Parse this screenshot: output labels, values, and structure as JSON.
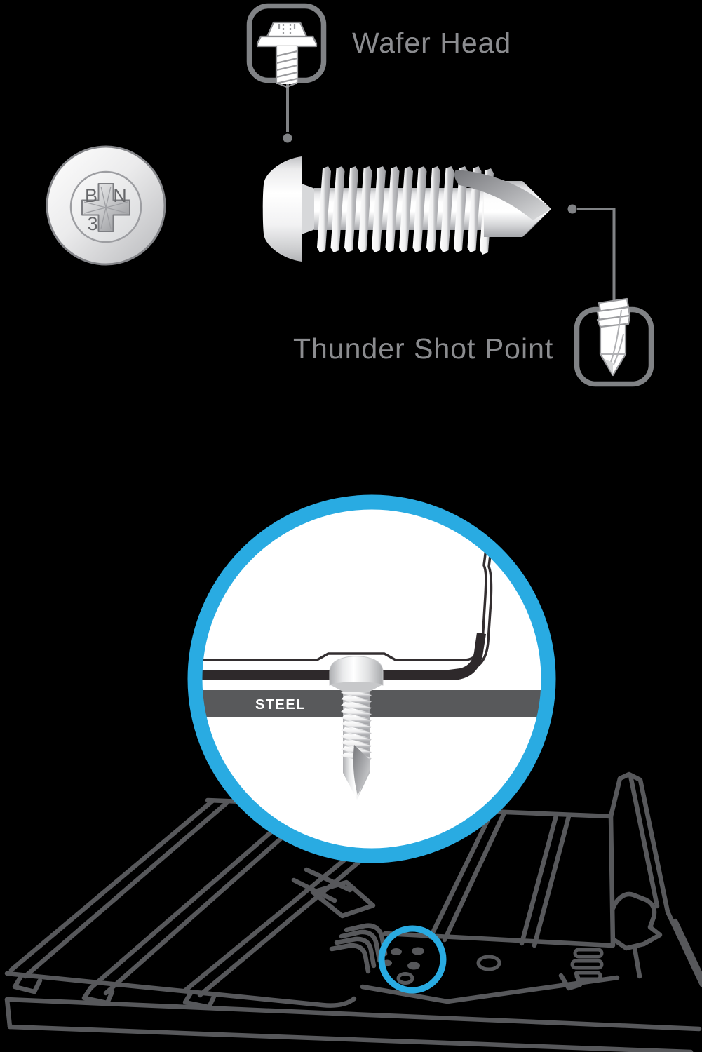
{
  "labels": {
    "wafer_head": "Wafer Head",
    "thunder_shot_point": "Thunder Shot Point",
    "steel_layer": "STEEL"
  },
  "head_stamp": {
    "top_left": "B",
    "top_right": "N",
    "bottom_left": "3"
  },
  "colors": {
    "accent_blue": "#29ABE2",
    "drawing_line_gray": "#57585B",
    "label_gray": "#8B8C8F",
    "icon_outline_gray": "#808285",
    "steel_bar_gray": "#58595B",
    "panel_sheet_dark": "#2E292B",
    "steel_text_white": "#FFFFFF",
    "background": "#000000"
  },
  "icons": {
    "wafer_head_icon": "wafer-head-screw-profile",
    "thunder_shot_point_icon": "drill-point-profile",
    "phillips_drive_icon": "phillips-cross-recess",
    "detail_circle": "cross-section-magnifier",
    "highlight_circle": "fastener-hole-highlight"
  }
}
